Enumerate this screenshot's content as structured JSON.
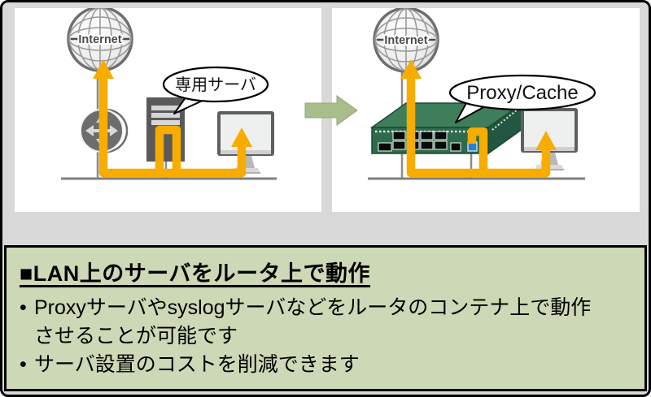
{
  "panels": {
    "before": {
      "internet_label": "Internet",
      "bubble_label": "専用サーバ"
    },
    "after": {
      "internet_label": "Internet",
      "bubble_label": "Proxy/Cache"
    }
  },
  "note": {
    "heading": "■LAN上のサーバをルータ上で動作",
    "marker": "•",
    "bullets": [
      {
        "text": "Proxyサーバやsyslogサーバなどをルータのコンテナ上で動作\nさせることが可能です"
      },
      {
        "text": "サーバ設置のコストを削減できます"
      }
    ]
  },
  "colors": {
    "cable_orange": "#F7AC00",
    "device_green_front": "#2D6B4C",
    "device_green_top": "#3E7E5B",
    "note_background": "#CDD8B6",
    "transition_arrow_green": "#A9BD8B",
    "canvas_gray": "#D9D9D9"
  }
}
